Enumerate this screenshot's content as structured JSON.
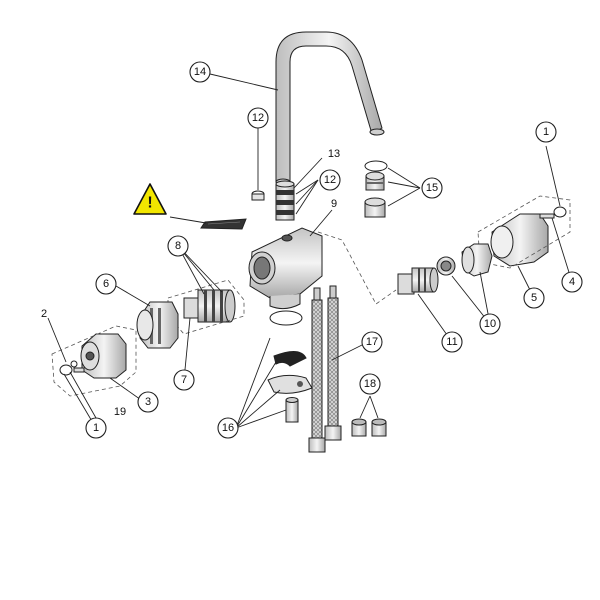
{
  "callouts": [
    {
      "id": "c1a",
      "label": "1"
    },
    {
      "id": "c1b",
      "label": "1"
    },
    {
      "id": "c2",
      "label": "2"
    },
    {
      "id": "c3",
      "label": "3"
    },
    {
      "id": "c4",
      "label": "4"
    },
    {
      "id": "c5",
      "label": "5"
    },
    {
      "id": "c6",
      "label": "6"
    },
    {
      "id": "c7",
      "label": "7"
    },
    {
      "id": "c8",
      "label": "8"
    },
    {
      "id": "c9",
      "label": "9"
    },
    {
      "id": "c10",
      "label": "10"
    },
    {
      "id": "c11",
      "label": "11"
    },
    {
      "id": "c12a",
      "label": "12"
    },
    {
      "id": "c12b",
      "label": "12"
    },
    {
      "id": "c13",
      "label": "13"
    },
    {
      "id": "c14",
      "label": "14"
    },
    {
      "id": "c15",
      "label": "15"
    },
    {
      "id": "c16",
      "label": "16"
    },
    {
      "id": "c17",
      "label": "17"
    },
    {
      "id": "c18",
      "label": "18"
    },
    {
      "id": "c19",
      "label": "19"
    }
  ],
  "warning": {
    "symbol": "!",
    "accent_color": "#f2e600",
    "icon": "warning-triangle-icon"
  },
  "colors": {
    "line": "#222222",
    "part_fill": "#e6e6e6",
    "dark_part": "#333333"
  }
}
